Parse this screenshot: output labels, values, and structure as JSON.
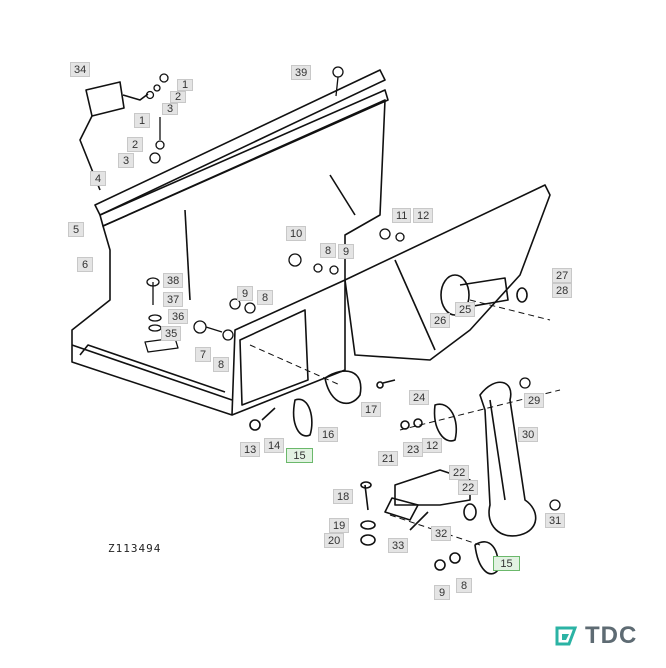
{
  "figure_id": "Z113494",
  "brand": {
    "name": "TDC",
    "color": "#2bb3a4"
  },
  "highlight_color": "#6bb86b",
  "callouts": [
    "34",
    "1",
    "2",
    "3",
    "1",
    "2",
    "3",
    "4",
    "5",
    "6",
    "38",
    "37",
    "36",
    "35",
    "7",
    "8",
    "9",
    "8",
    "10",
    "8",
    "9",
    "39",
    "11",
    "12",
    "27",
    "28",
    "25",
    "26",
    "13",
    "14",
    "15",
    "16",
    "17",
    "24",
    "23",
    "12",
    "29",
    "30",
    "21",
    "22",
    "22",
    "18",
    "19",
    "20",
    "33",
    "32",
    "31",
    "15",
    "8",
    "9"
  ],
  "highlighted_parts": [
    "15"
  ]
}
